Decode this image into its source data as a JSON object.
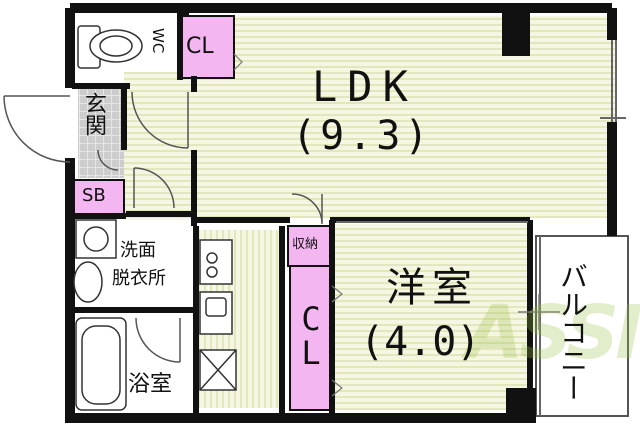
{
  "rooms": {
    "wc": "WC",
    "cl_top": "CL",
    "ldk_name": "LDK",
    "ldk_size": "(9.3)",
    "genkan": "玄関",
    "sb": "SB",
    "senmen": "洗面",
    "datsuijo": "脱衣所",
    "storage": "収納",
    "cl_mid": "CL",
    "youshitsu_name": "洋室",
    "youshitsu_size": "(4.0)",
    "bath": "浴室",
    "balcony": "バルコニー"
  },
  "watermark": "ASSIST",
  "colors": {
    "wall": "#111111",
    "floor_lines": "#e8eac4",
    "floor_base": "#f5f6df",
    "closet": "#f4b6f0",
    "tile": "#cfcfcf"
  }
}
